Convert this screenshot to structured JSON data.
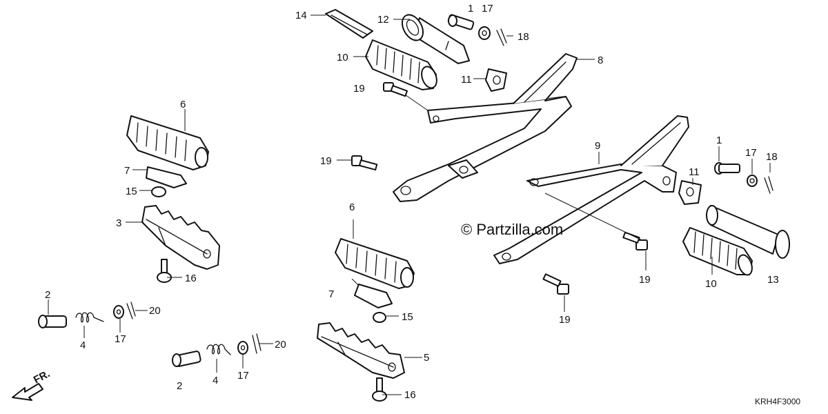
{
  "diagram": {
    "watermark": "© Partzilla.com",
    "direction_label": "FR.",
    "figure_code": "KRH4F3000",
    "callouts": {
      "c1a": "1",
      "c1b": "1",
      "c2a": "2",
      "c2b": "2",
      "c3": "3",
      "c4a": "4",
      "c4b": "4",
      "c5": "5",
      "c6a": "6",
      "c6b": "6",
      "c7a": "7",
      "c7b": "7",
      "c8": "8",
      "c9": "9",
      "c10a": "10",
      "c10b": "10",
      "c11a": "11",
      "c11b": "11",
      "c12": "12",
      "c13": "13",
      "c14": "14",
      "c15a": "15",
      "c15b": "15",
      "c16a": "16",
      "c16b": "16",
      "c17a": "17",
      "c17b": "17",
      "c17c": "17",
      "c17d": "17",
      "c18a": "18",
      "c18b": "18",
      "c19a": "19",
      "c19b": "19",
      "c19c": "19",
      "c19d": "19",
      "c20a": "20",
      "c20b": "20"
    }
  }
}
